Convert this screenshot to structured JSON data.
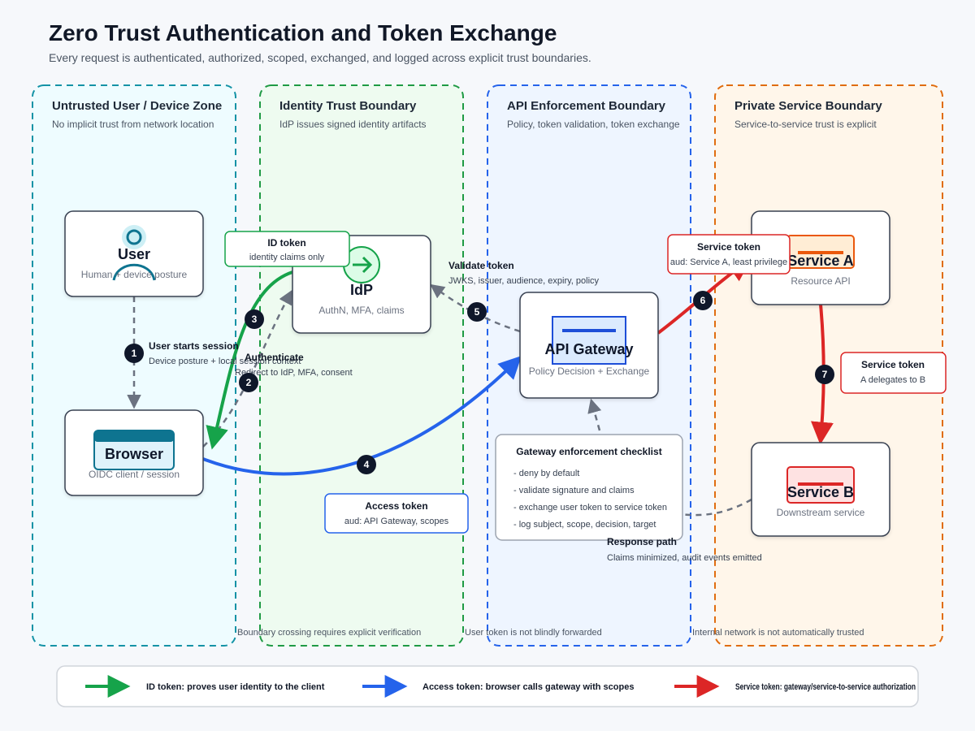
{
  "header": {
    "title": "Zero Trust Authentication and Token Exchange",
    "subtitle": "Every request is authenticated, authorized, scoped, exchanged, and logged across explicit trust boundaries."
  },
  "colors": {
    "id_token": "#16a34a",
    "access_token": "#2563eb",
    "service_token": "#dc2626",
    "dashed": "#6b7280",
    "step_badge": "#0f172a"
  },
  "zones": {
    "user": {
      "title": "Untrusted User / Device Zone",
      "subtitle": "No implicit trust from network location",
      "footer": ""
    },
    "identity": {
      "title": "Identity Trust Boundary",
      "subtitle": "IdP issues signed identity artifacts",
      "footer": "Boundary crossing requires explicit verification"
    },
    "api": {
      "title": "API Enforcement Boundary",
      "subtitle": "Policy, token validation, token exchange",
      "footer": "User token is not blindly forwarded"
    },
    "private": {
      "title": "Private Service Boundary",
      "subtitle": "Service-to-service trust is explicit",
      "footer": "Internal network is not automatically trusted"
    }
  },
  "nodes": {
    "user": {
      "title": "User",
      "subtitle": "Human + device posture",
      "icon": "user-icon"
    },
    "browser": {
      "title": "Browser",
      "subtitle": "OIDC client / session",
      "icon": "browser-window-icon"
    },
    "idp": {
      "title": "IdP",
      "subtitle": "AuthN, MFA, claims",
      "icon": "arrow-right-circle-icon"
    },
    "gateway": {
      "title": "API Gateway",
      "subtitle": "Policy Decision + Exchange",
      "icon": "gateway-icon"
    },
    "service_a": {
      "title": "Service A",
      "subtitle": "Resource API",
      "icon": "service-icon"
    },
    "service_b": {
      "title": "Service B",
      "subtitle": "Downstream service",
      "icon": "service-icon"
    }
  },
  "steps": {
    "s1": {
      "num": "1",
      "title": "User starts session",
      "subtitle": "Device posture + local session context"
    },
    "s2": {
      "num": "2",
      "title": "Authenticate",
      "subtitle": "Redirect to IdP, MFA, consent"
    },
    "s3": {
      "num": "3"
    },
    "s4": {
      "num": "4"
    },
    "s5": {
      "num": "5",
      "title": "Validate token",
      "subtitle": "JWKS, issuer, audience, expiry, policy"
    },
    "s6": {
      "num": "6"
    },
    "s7": {
      "num": "7"
    }
  },
  "token_cards": {
    "id_token": {
      "title": "ID token",
      "subtitle": "identity claims only"
    },
    "access_token": {
      "title": "Access token",
      "subtitle": "aud: API Gateway, scopes"
    },
    "service_token_a": {
      "title": "Service token",
      "subtitle": "aud: Service A, least privilege"
    },
    "service_token_b": {
      "title": "Service token",
      "subtitle": "A delegates to B"
    }
  },
  "checklist": {
    "title": "Gateway enforcement checklist",
    "items": [
      "- deny by default",
      "- validate signature and claims",
      "- exchange user token to service token",
      "- log subject, scope, decision, target"
    ]
  },
  "response_path": {
    "title": "Response path",
    "subtitle": "Claims minimized, audit events emitted"
  },
  "legend": {
    "id_token": "ID token: proves user identity to the client",
    "access_token": "Access token: browser calls gateway with scopes",
    "service_token": "Service token: gateway/service-to-service authorization"
  }
}
